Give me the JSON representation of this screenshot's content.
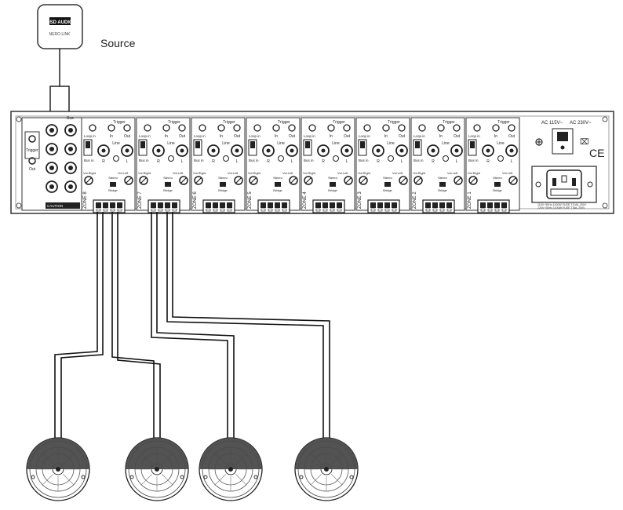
{
  "source": {
    "brand": "DSD AUDIO",
    "device_label": "NERO LINK",
    "label": "Source"
  },
  "amplifier": {
    "bus_label": "Bus",
    "trigger_label": "Trigger",
    "trigger_out_label": "Out",
    "rating_label": "CAUTION",
    "ac_low": "AC 115V~",
    "ac_high": "AC 230V~",
    "ce_mark": "CE",
    "power_rating_1": "115V~50Hz,1100W FUSE T10AL,250V",
    "power_rating_2": "220V~50Hz,1100W FUSE T5AL,250V",
    "module": {
      "trigger": "Trigger",
      "in": "In",
      "out": "Out",
      "line": "Line",
      "r": "R",
      "l": "L",
      "loop_in": "Loop in",
      "bus_in": "Bus in",
      "vol_right": "Vol.Right",
      "vol_left": "Vol.Left",
      "stereo": "Stereo",
      "bridge": "Bridge"
    },
    "zones": [
      "ZONE 8",
      "ZONE 7",
      "ZONE 6",
      "ZONE 5",
      "ZONE 4",
      "ZONE 3",
      "ZONE 2",
      "ZONE 1"
    ]
  },
  "speakers": {
    "count": 4
  }
}
